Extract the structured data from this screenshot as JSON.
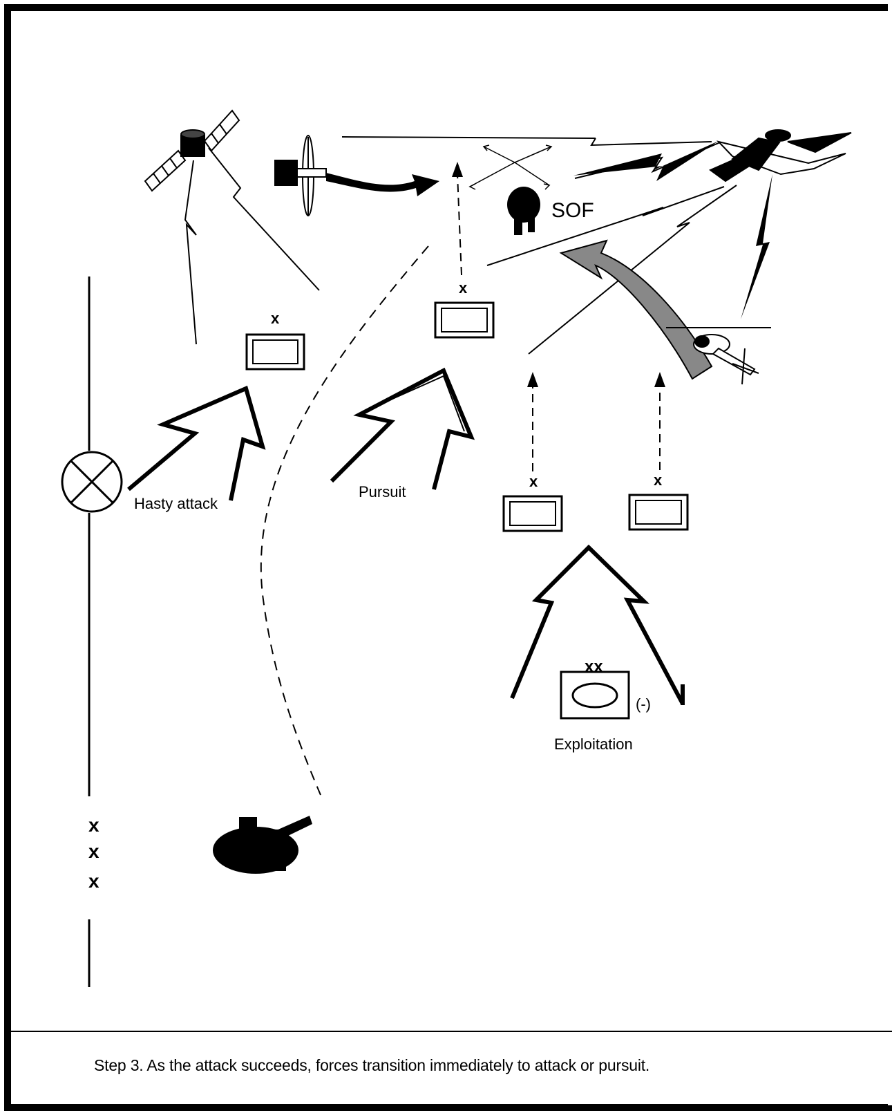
{
  "labels": {
    "hasty_attack": "Hasty attack",
    "pursuit": "Pursuit",
    "exploitation": "Exploitation",
    "sof": "SOF",
    "brigade_echelon": "x",
    "division_echelon": "xx",
    "reduced": "(-)",
    "corps_x1": "x",
    "corps_x2": "x",
    "corps_x3": "x"
  },
  "caption": "Step 3.  As the attack succeeds, forces transition immediately to attack or pursuit.",
  "icons": [
    "satellite-icon",
    "radar-aircraft-icon",
    "jstars-aircraft-icon",
    "sof-soldier-icon",
    "attack-helicopter-icon",
    "artillery-icon",
    "objective-icon"
  ],
  "colors": {
    "ink": "#000000",
    "paper": "#ffffff",
    "shade": "#888888"
  }
}
